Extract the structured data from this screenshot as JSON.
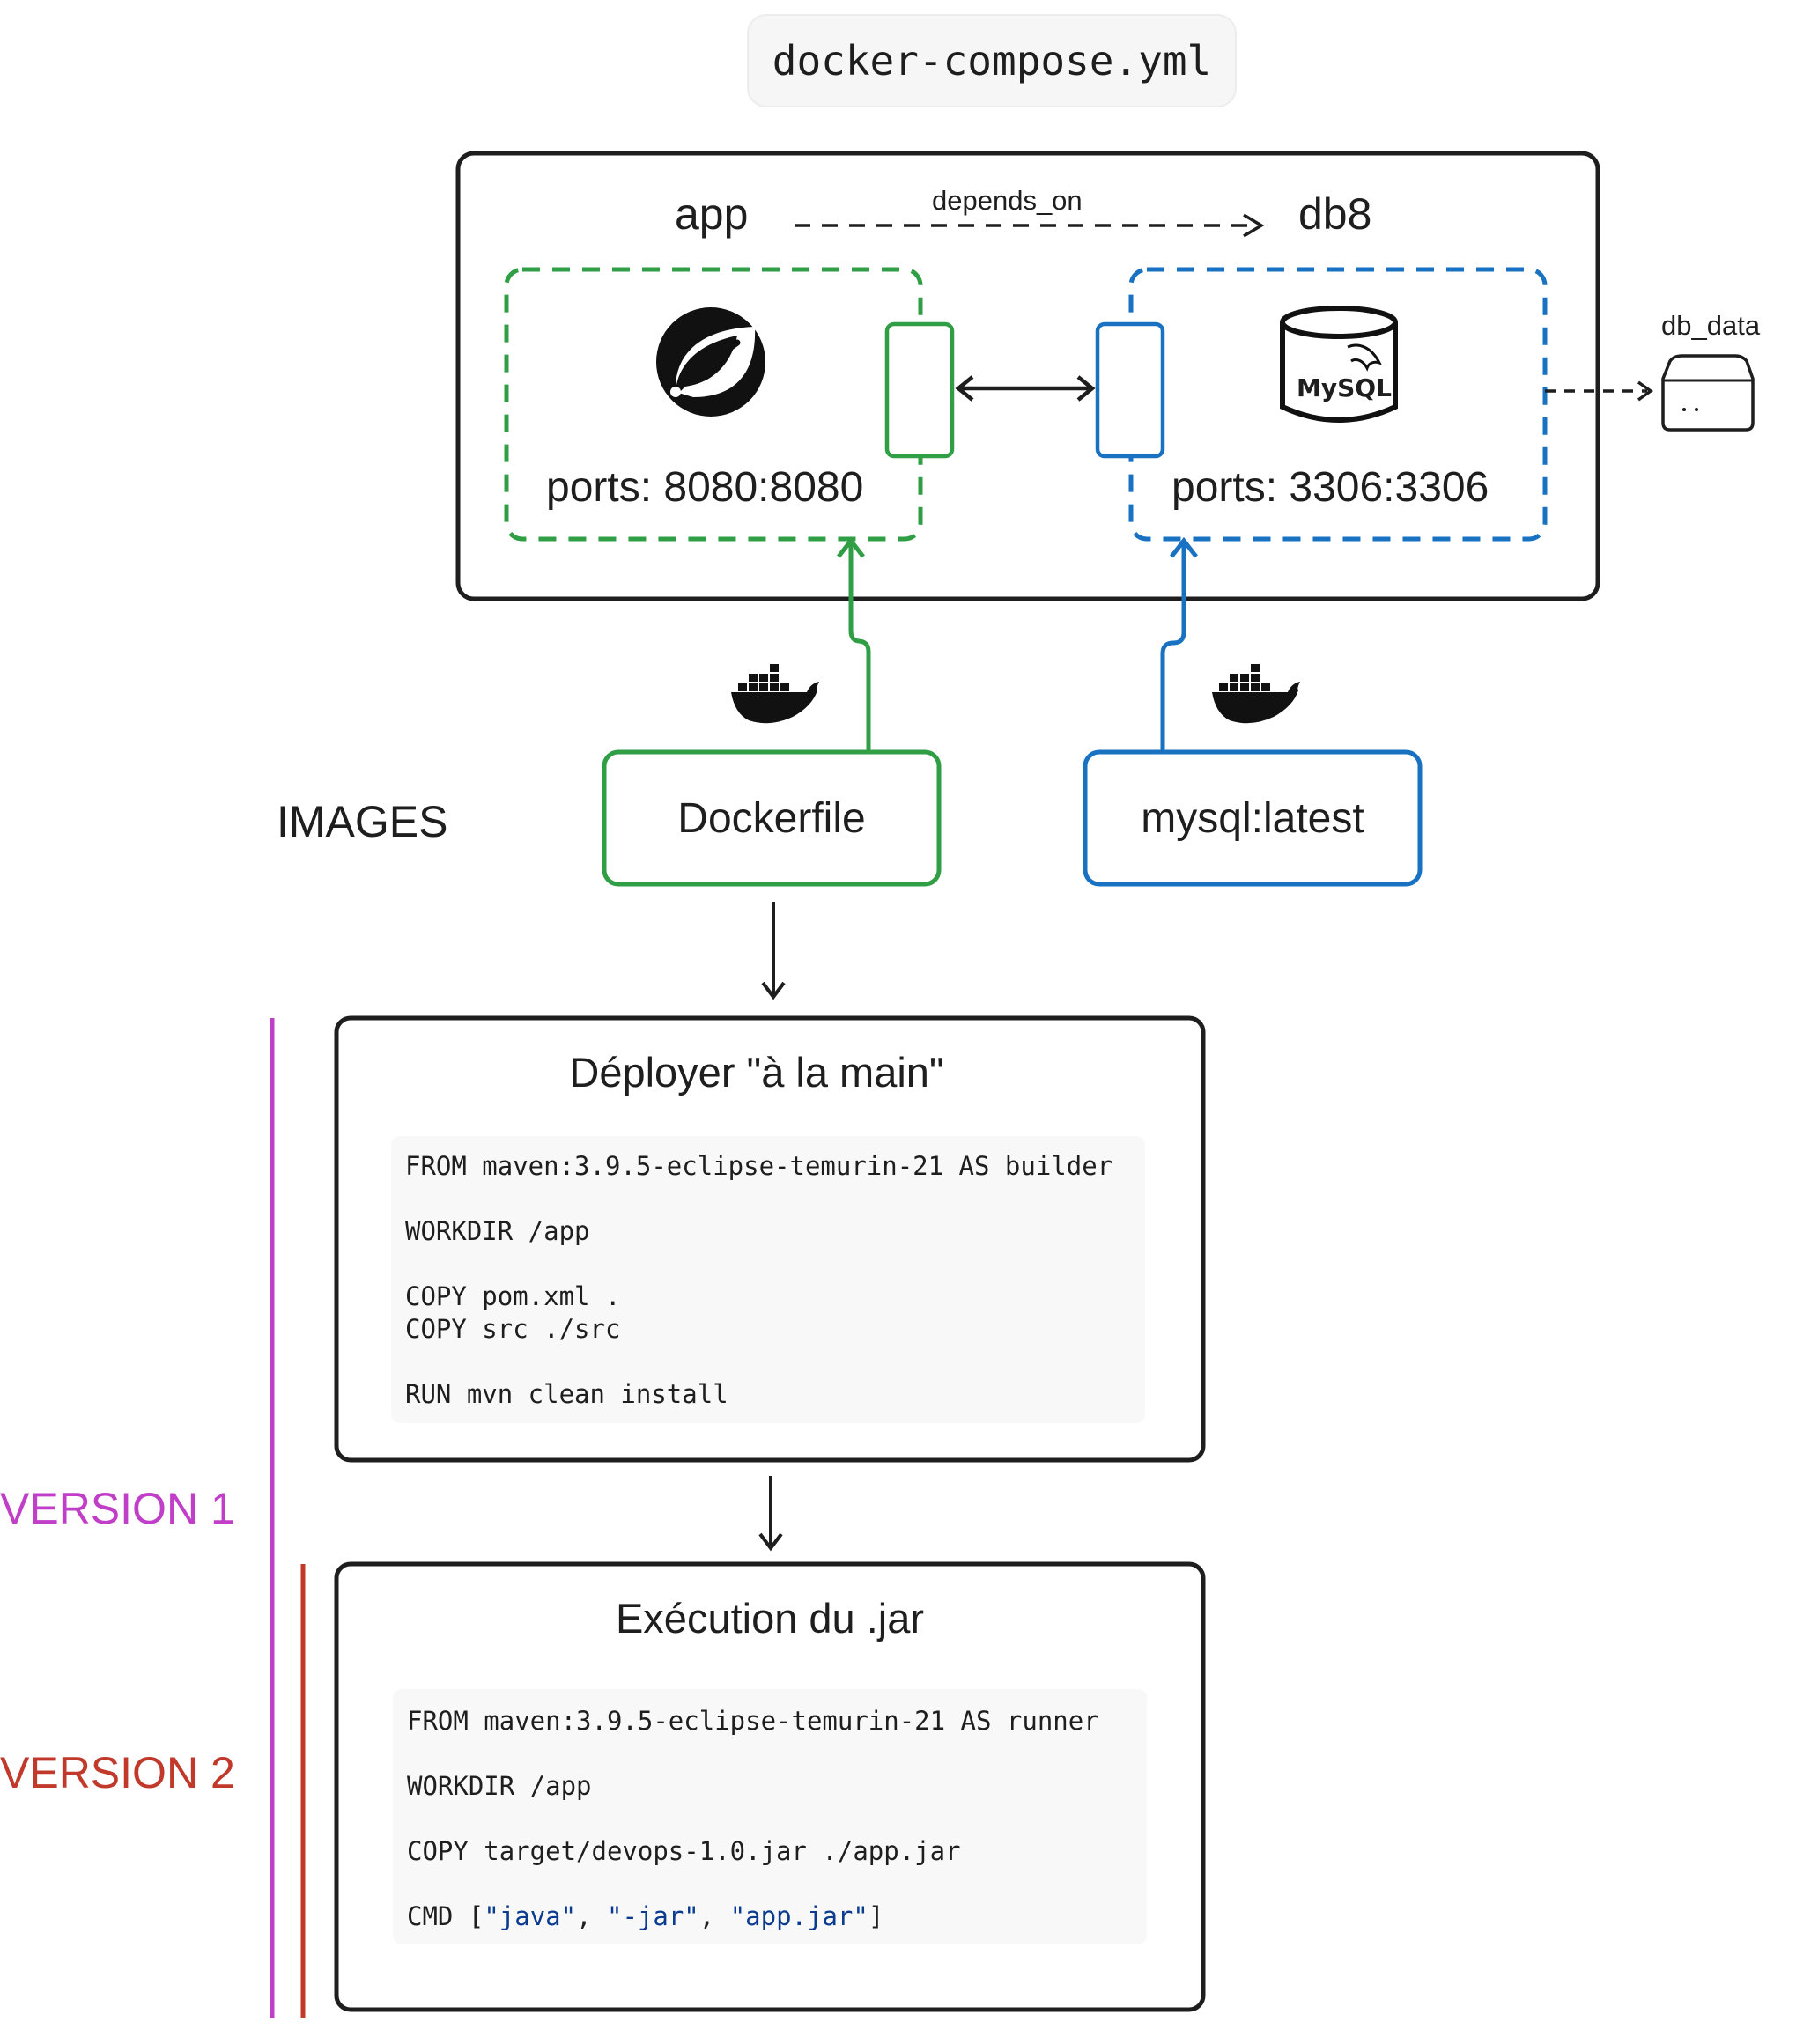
{
  "title": "docker-compose.yml",
  "compose": {
    "app": {
      "name": "app",
      "ports": "ports: 8080:8080",
      "logo": "spring-leaf-icon"
    },
    "db": {
      "name": "db8",
      "ports": "ports: 3306:3306",
      "logo": "mysql-dolphin-icon",
      "logo_text": "MySQL"
    },
    "dependency_label": "depends_on",
    "volume_label": "db_data",
    "colors": {
      "app": "#2f9e44",
      "db": "#1971c2",
      "outline": "#1e1e1e"
    }
  },
  "images": {
    "label": "IMAGES",
    "app_image": "Dockerfile",
    "db_image": "mysql:latest",
    "icon": "docker-whale-icon"
  },
  "steps": [
    {
      "title": "Déployer \"à la main\"",
      "code": [
        "FROM maven:3.9.5-eclipse-temurin-21 AS builder",
        "",
        "WORKDIR /app",
        "",
        "COPY pom.xml .",
        "COPY src ./src",
        "",
        "RUN mvn clean install"
      ]
    },
    {
      "title": "Exécution du .jar",
      "code": [
        "FROM maven:3.9.5-eclipse-temurin-21 AS runner",
        "",
        "WORKDIR /app",
        "",
        "COPY target/devops-1.0.jar ./app.jar",
        "",
        "CMD [\"java\", \"-jar\", \"app.jar\"]"
      ]
    }
  ],
  "versions": {
    "v1": {
      "label": "VERSION 1",
      "color": "#c13fc8"
    },
    "v2": {
      "label": "VERSION 2",
      "color": "#c0392b"
    }
  }
}
